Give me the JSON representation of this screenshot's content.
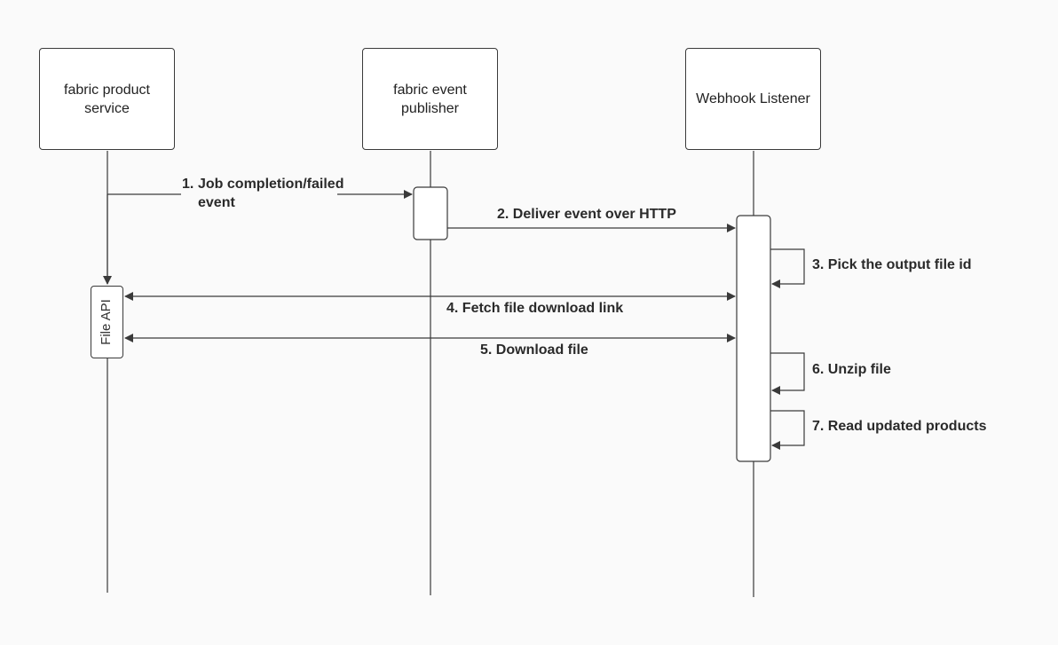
{
  "actors": {
    "product_service": [
      "fabric product",
      "service"
    ],
    "event_publisher": [
      "fabric event",
      "publisher"
    ],
    "webhook_listener": "Webhook Listener"
  },
  "file_api": "File API",
  "steps": [
    {
      "num": "1.",
      "text_lines": [
        "Job completion/failed",
        "event"
      ]
    },
    {
      "text": "2. Deliver event over HTTP"
    },
    {
      "text": "3. Pick the output file id"
    },
    {
      "text": "4. Fetch file download link"
    },
    {
      "text": "5. Download file"
    },
    {
      "text": "6. Unzip file"
    },
    {
      "text": "7. Read updated products"
    }
  ],
  "colors": {
    "line": "#3a3a3a",
    "background": "#fafafa",
    "box_fill": "#ffffff"
  }
}
